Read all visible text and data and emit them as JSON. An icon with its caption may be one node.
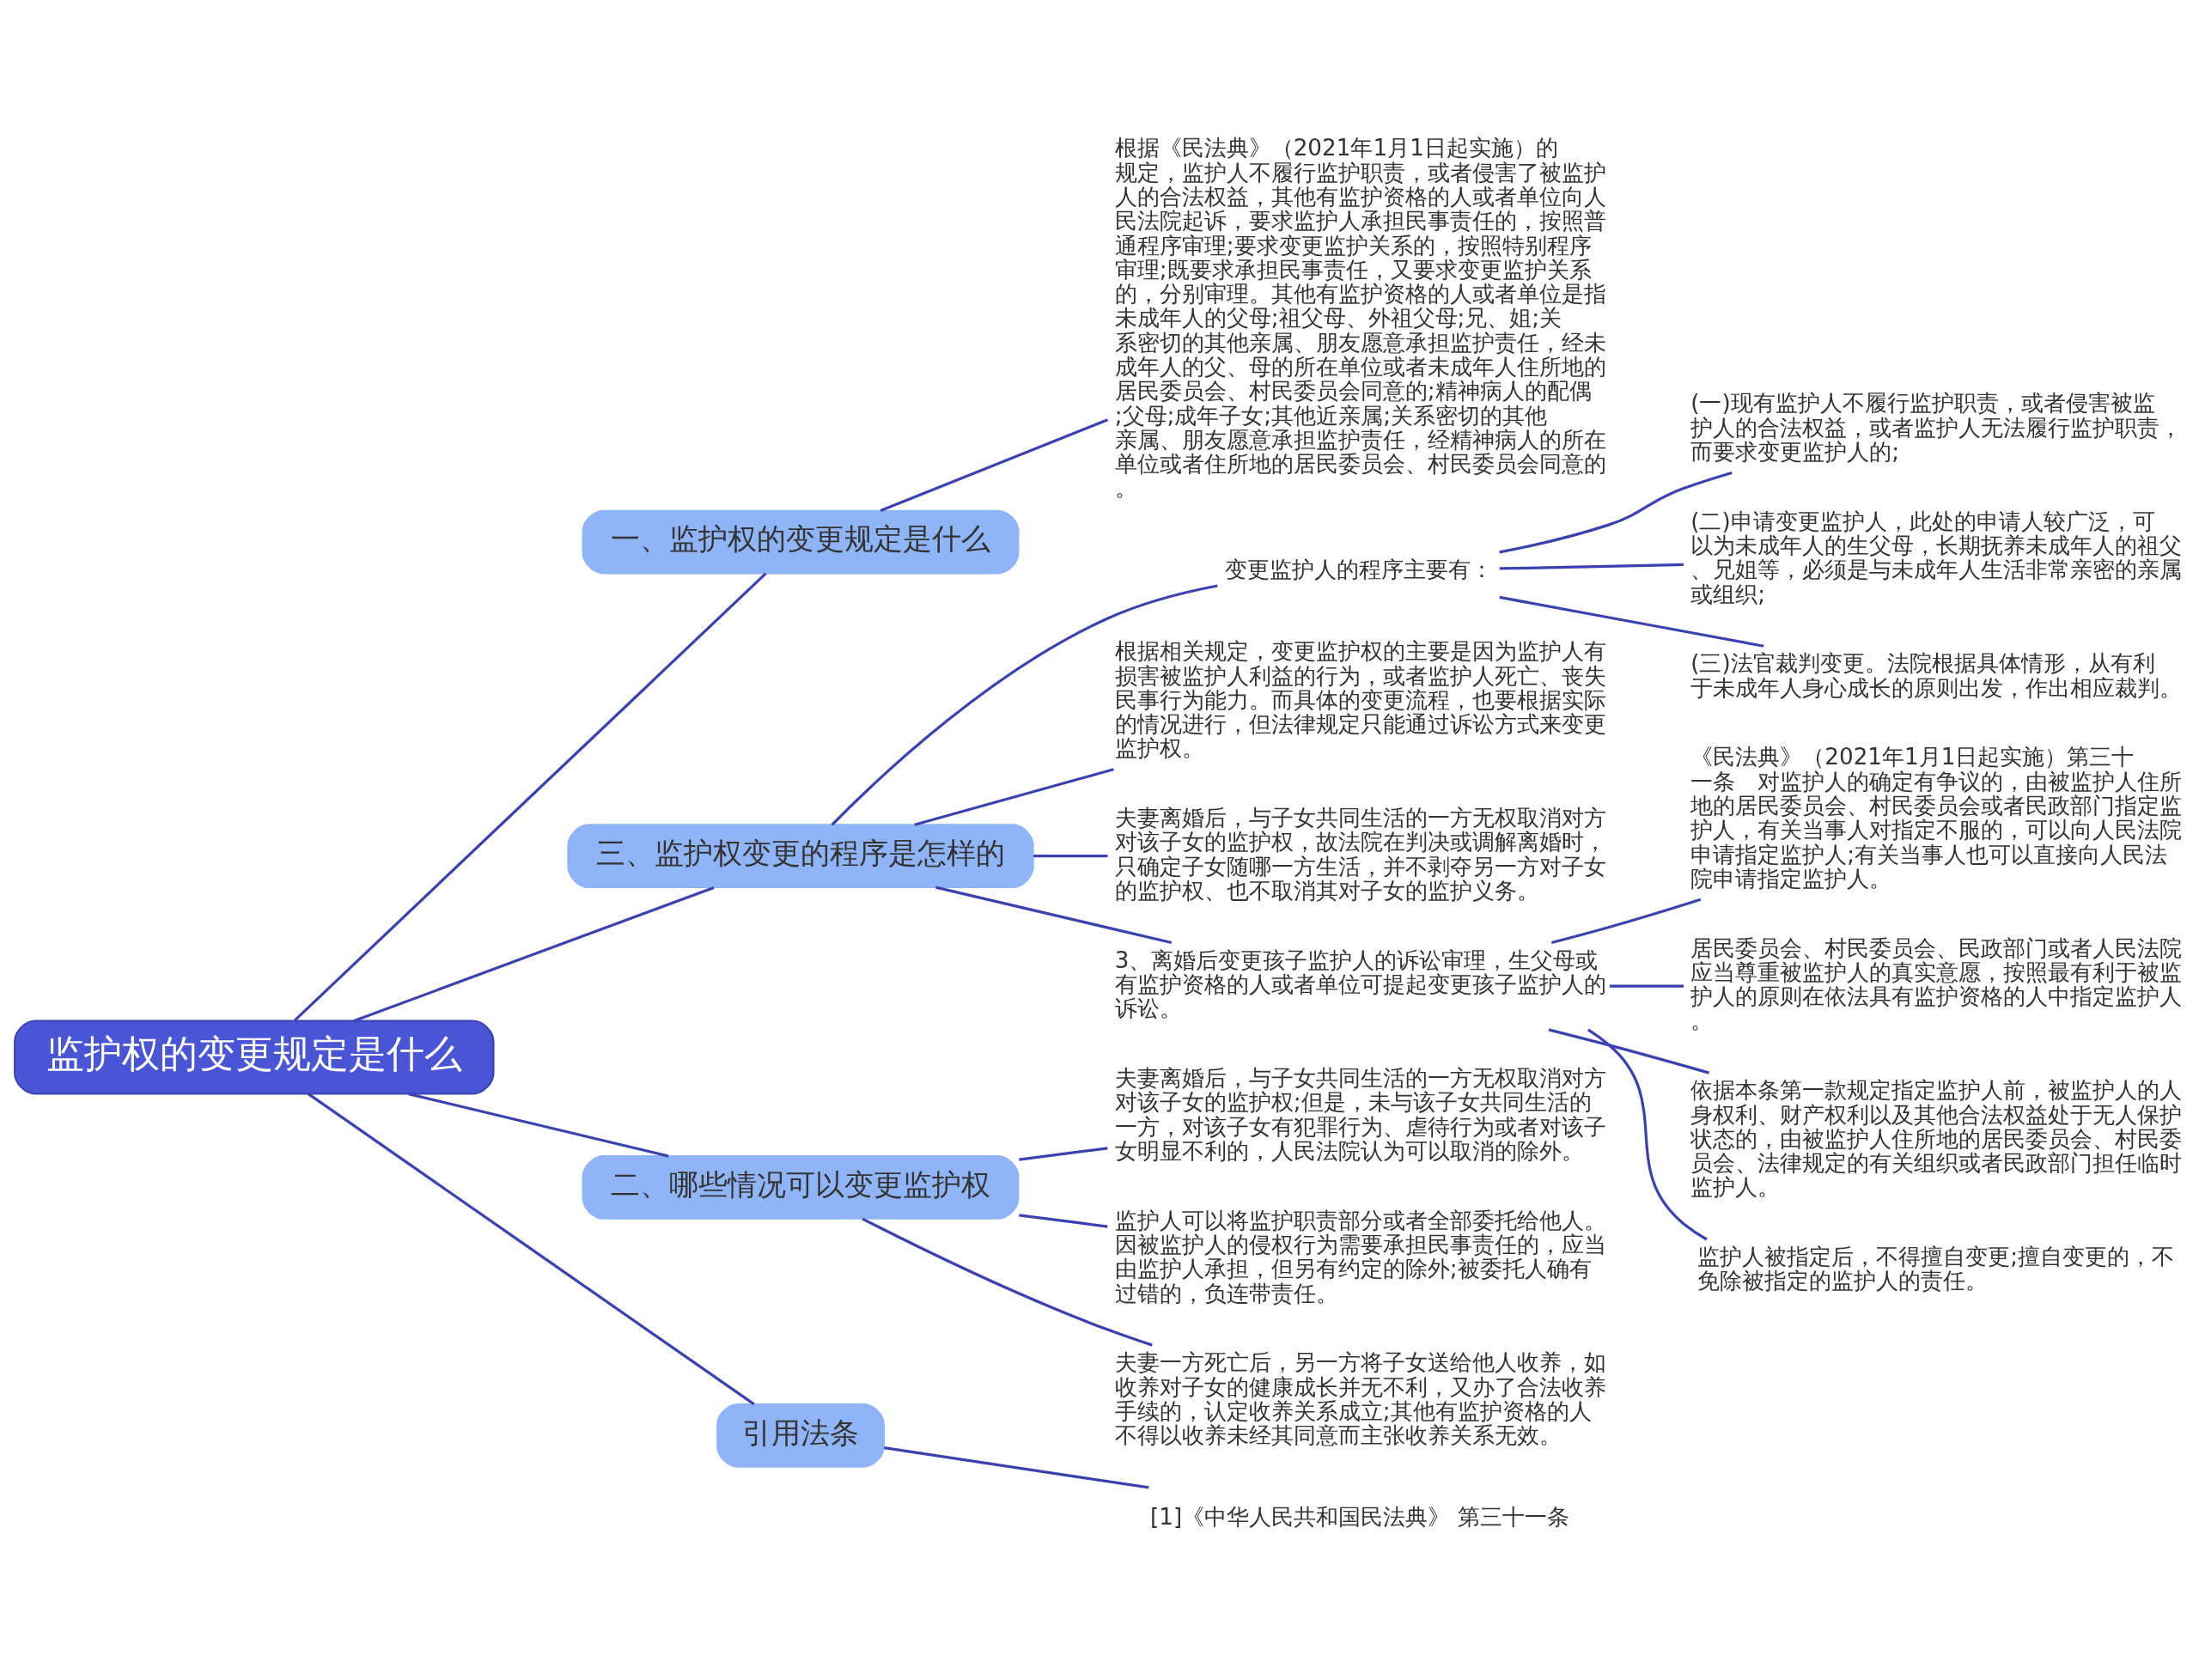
{
  "diagram": {
    "nodes": [
      {
        "text": [
          "监护权的变更规定是什么"
        ]
      },
      {
        "text": [
          "一、监护权的变更规定是什么"
        ]
      },
      {
        "text": [
          "根据《民法典》（2021年1月1日起实施）的规定，监护人不履行监护职责，或者侵害了被监护人的合法权益，其他有监护资格的人或者单位向人民法院起诉，要求监护人承担民事责任的，按照普通程序审理;要求变更监护关系的，按照特别程序审理;既要求承担民事责任，又要求变更监护关系的，分别审理。其他有监护资格的人或者单位是指未成年人的父母;祖父母、外祖父母;兄、姐;关系密切的其他亲属、朋友愿意承担监护责任，经未成年人的父、母的所在单位或者未成年人住所地的居民委员会、村民委员会同意的;精神病人的配偶;父母;成年子女;其他近亲属;关系密切的其他亲属、朋友愿意承担监护责任，经精神病人的所在单位或者住所地的居民委员会、村民委员会同意的。"
        ]
      },
      {
        "text": [
          "三、监护权变更的程序是怎样的"
        ]
      },
      {
        "text": [
          "变更监护人的程序主要有："
        ]
      },
      {
        "text": [
          "(一)现有监护人不履行监护职责，或者侵害被监护人的合法权益，或者监护人无法履行监护职责，而要求变更监护人的;"
        ]
      },
      {
        "text": [
          "(二)申请变更监护人，此处的申请人较广泛，可以为未成年人的生父母，长期抚养未成年人的祖父、兄姐等，必须是与未成年人生活非常亲密的亲属或组织;"
        ]
      },
      {
        "text": [
          "(三)法官裁判变更。法院根据具体情形，从有利于未成年人身心成长的原则出发，作出相应裁判。"
        ]
      },
      {
        "text": [
          "根据相关规定，变更监护权的主要是因为监护人有损害被监护人利益的行为，或者监护人死亡、丧失民事行为能力。而具体的变更流程，也要根据实际的情况进行，但法律规定只能通过诉讼方式来变更监护权。"
        ]
      },
      {
        "text": [
          "夫妻离婚后，与子女共同生活的一方无权取消对方对该子女的监护权，故法院在判决或调解离婚时，只确定子女随哪一方生活，并不剥夺另一方对子女的监护权、也不取消其对子女的监护义务。"
        ]
      },
      {
        "text": [
          "3、离婚后变更孩子监护人的诉讼审理，生父母或有监护资格的人或者单位可提起变更孩子监护人的诉讼。"
        ]
      },
      {
        "text": [
          "《民法典》（2021年1月1日起实施）第三十一条　对监护人的确定有争议的，由被监护人住所地的居民委员会、村民委员会或者民政部门指定监护人，有关当事人对指定不服的，可以向人民法院申请指定监护人;有关当事人也可以直接向人民法院申请指定监护人。"
        ]
      },
      {
        "text": [
          "居民委员会、村民委员会、民政部门或者人民法院应当尊重被监护人的真实意愿，按照最有利于被监护人的原则在依法具有监护资格的人中指定监护人。"
        ]
      },
      {
        "text": [
          "依据本条第一款规定指定监护人前，被监护人的人身权利、财产权利以及其他合法权益处于无人保护状态的，由被监护人住所地的居民委员会、村民委员会、法律规定的有关组织或者民政部门担任临时监护人。"
        ]
      },
      {
        "text": [
          "监护人被指定后，不得擅自变更;擅自变更的，不免除被指定的监护人的责任。"
        ]
      },
      {
        "text": [
          "二、哪些情况可以变更监护权"
        ]
      },
      {
        "text": [
          "夫妻离婚后，与子女共同生活的一方无权取消对方对该子女的监护权;但是，未与该子女共同生活的一方，对该子女有犯罪行为、虐待行为或者对该子女明显不利的，人民法院认为可以取消的除外。"
        ]
      },
      {
        "text": [
          "监护人可以将监护职责部分或者全部委托给他人。因被监护人的侵权行为需要承担民事责任的，应当由监护人承担，但另有约定的除外;被委托人确有过错的，负连带责任。"
        ]
      },
      {
        "text": [
          "夫妻一方死亡后，另一方将子女送给他人收养，如收养对子女的健康成长并无不利，又办了合法收养手续的，认定收养关系成立;其他有监护资格的人不得以收养未经其同意而主张收养关系无效。"
        ]
      },
      {
        "text": [
          "引用法条"
        ]
      },
      {
        "text": [
          "[1]《中华人民共和国民法典》 第三十一条"
        ]
      }
    ],
    "edges": [
      {
        "from": 0,
        "to": 1,
        "arrow": "none"
      },
      {
        "from": 1,
        "to": 2,
        "arrow": "none"
      },
      {
        "from": 0,
        "to": 3,
        "arrow": "none"
      },
      {
        "from": 3,
        "to": 4,
        "arrow": "none"
      },
      {
        "from": 4,
        "to": 5,
        "arrow": "none"
      },
      {
        "from": 4,
        "to": 6,
        "arrow": "none"
      },
      {
        "from": 4,
        "to": 7,
        "arrow": "none"
      },
      {
        "from": 3,
        "to": 8,
        "arrow": "none"
      },
      {
        "from": 3,
        "to": 9,
        "arrow": "none"
      },
      {
        "from": 3,
        "to": 10,
        "arrow": "none"
      },
      {
        "from": 10,
        "to": 11,
        "arrow": "none"
      },
      {
        "from": 10,
        "to": 12,
        "arrow": "none"
      },
      {
        "from": 10,
        "to": 13,
        "arrow": "none"
      },
      {
        "from": 10,
        "to": 14,
        "arrow": "none"
      },
      {
        "from": 0,
        "to": 15,
        "arrow": "none"
      },
      {
        "from": 15,
        "to": 16,
        "arrow": "none"
      },
      {
        "from": 15,
        "to": 17,
        "arrow": "none"
      },
      {
        "from": 15,
        "to": 18,
        "arrow": "none"
      },
      {
        "from": 0,
        "to": 19,
        "arrow": "none"
      },
      {
        "from": 19,
        "to": 20,
        "arrow": "none"
      }
    ]
  }
}
